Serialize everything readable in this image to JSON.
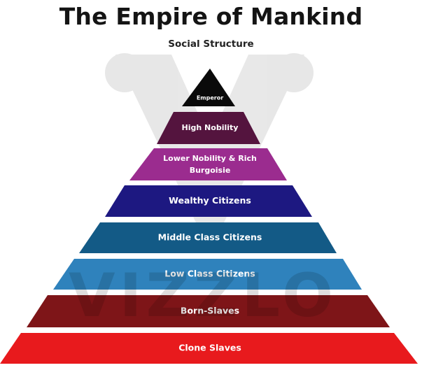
{
  "title": "The Empire of Mankind",
  "subtitle": "Social Structure",
  "watermark": "VIZZLO",
  "tiers": [
    {
      "label": "Emperor",
      "color": "#0a0a0a",
      "text_color": "#ffffff"
    },
    {
      "label": "High Nobility",
      "color": "#54143e",
      "text_color": "#ffffff"
    },
    {
      "label": "Lower Nobility & Rich Burgoisie",
      "line1": "Lower Nobility & Rich",
      "line2": "Burgoisie",
      "color": "#9b2c8f",
      "text_color": "#ffffff"
    },
    {
      "label": "Wealthy Citizens",
      "color": "#1d1881",
      "text_color": "#ffffff"
    },
    {
      "label": "Middle Class Citizens",
      "color": "#135a86",
      "text_color": "#ffffff"
    },
    {
      "label": "Low Class Citizens",
      "color": "#2f82bc",
      "text_color": "#ffffff"
    },
    {
      "label": "Born-Slaves",
      "color": "#7e1518",
      "text_color": "#ffffff"
    },
    {
      "label": "Clone Slaves",
      "color": "#e81a1d",
      "text_color": "#ffffff"
    }
  ]
}
